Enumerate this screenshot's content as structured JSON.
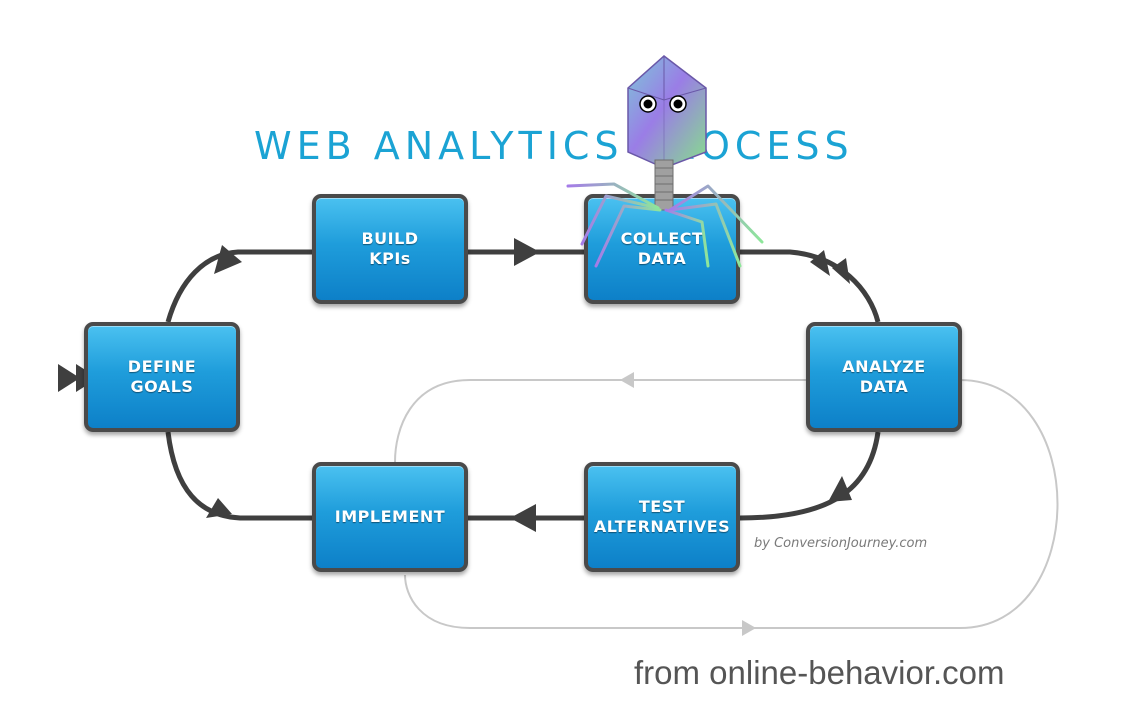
{
  "title": "WEB ANALYTICS PROCESS",
  "steps": {
    "build_kpis": "BUILD\nKPIs",
    "collect_data": "COLLECT\nDATA",
    "define_goals": "DEFINE\nGOALS",
    "analyze_data": "ANALYZE\nDATA",
    "test_alternatives": "TEST\nALTERNATIVES",
    "implement": "IMPLEMENT"
  },
  "credit": "by ConversionJourney.com",
  "source": "from online-behavior.com",
  "colors": {
    "title": "#1ba3d4",
    "box_top": "#4ac1f0",
    "box_bottom": "#0d80c8",
    "box_border": "#4a4a4a",
    "main_loop": "#3f3f3f",
    "secondary_loop": "#c8c8c8"
  },
  "decoration": {
    "icon": "bacteriophage-icon"
  }
}
